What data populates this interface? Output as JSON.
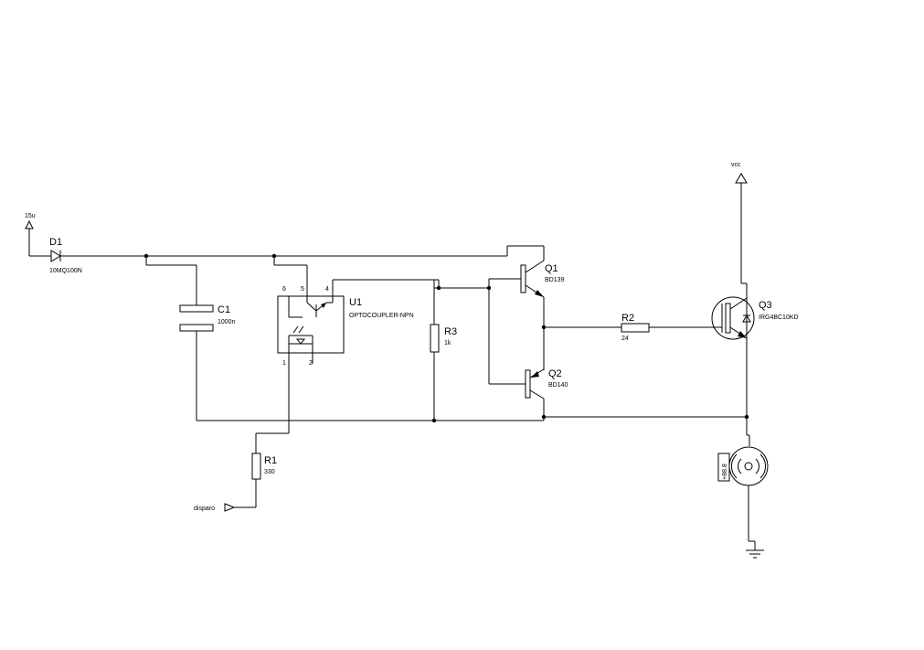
{
  "colors": {
    "background": "#ffffff",
    "ink": "#000000"
  },
  "components": {
    "source_15v": {
      "label": "15u"
    },
    "d1": {
      "ref": "D1",
      "value": "10MQ100N"
    },
    "c1": {
      "ref": "C1",
      "value": "1000n"
    },
    "u1": {
      "ref": "U1",
      "value": "OPTOCOUPLER-NPN",
      "pins": [
        "6",
        "5",
        "4",
        "1",
        "2"
      ]
    },
    "r3": {
      "ref": "R3",
      "value": "1k"
    },
    "q1": {
      "ref": "Q1",
      "value": "BD139"
    },
    "q2": {
      "ref": "Q2",
      "value": "BD140"
    },
    "r2": {
      "ref": "R2",
      "value": "24"
    },
    "q3": {
      "ref": "Q3",
      "value": "IRG4BC10KD"
    },
    "r1": {
      "ref": "R1",
      "value": "330"
    },
    "input": {
      "label": "disparo"
    },
    "vcc": {
      "label": "vcc"
    },
    "load": {
      "label": "+88.8"
    }
  }
}
